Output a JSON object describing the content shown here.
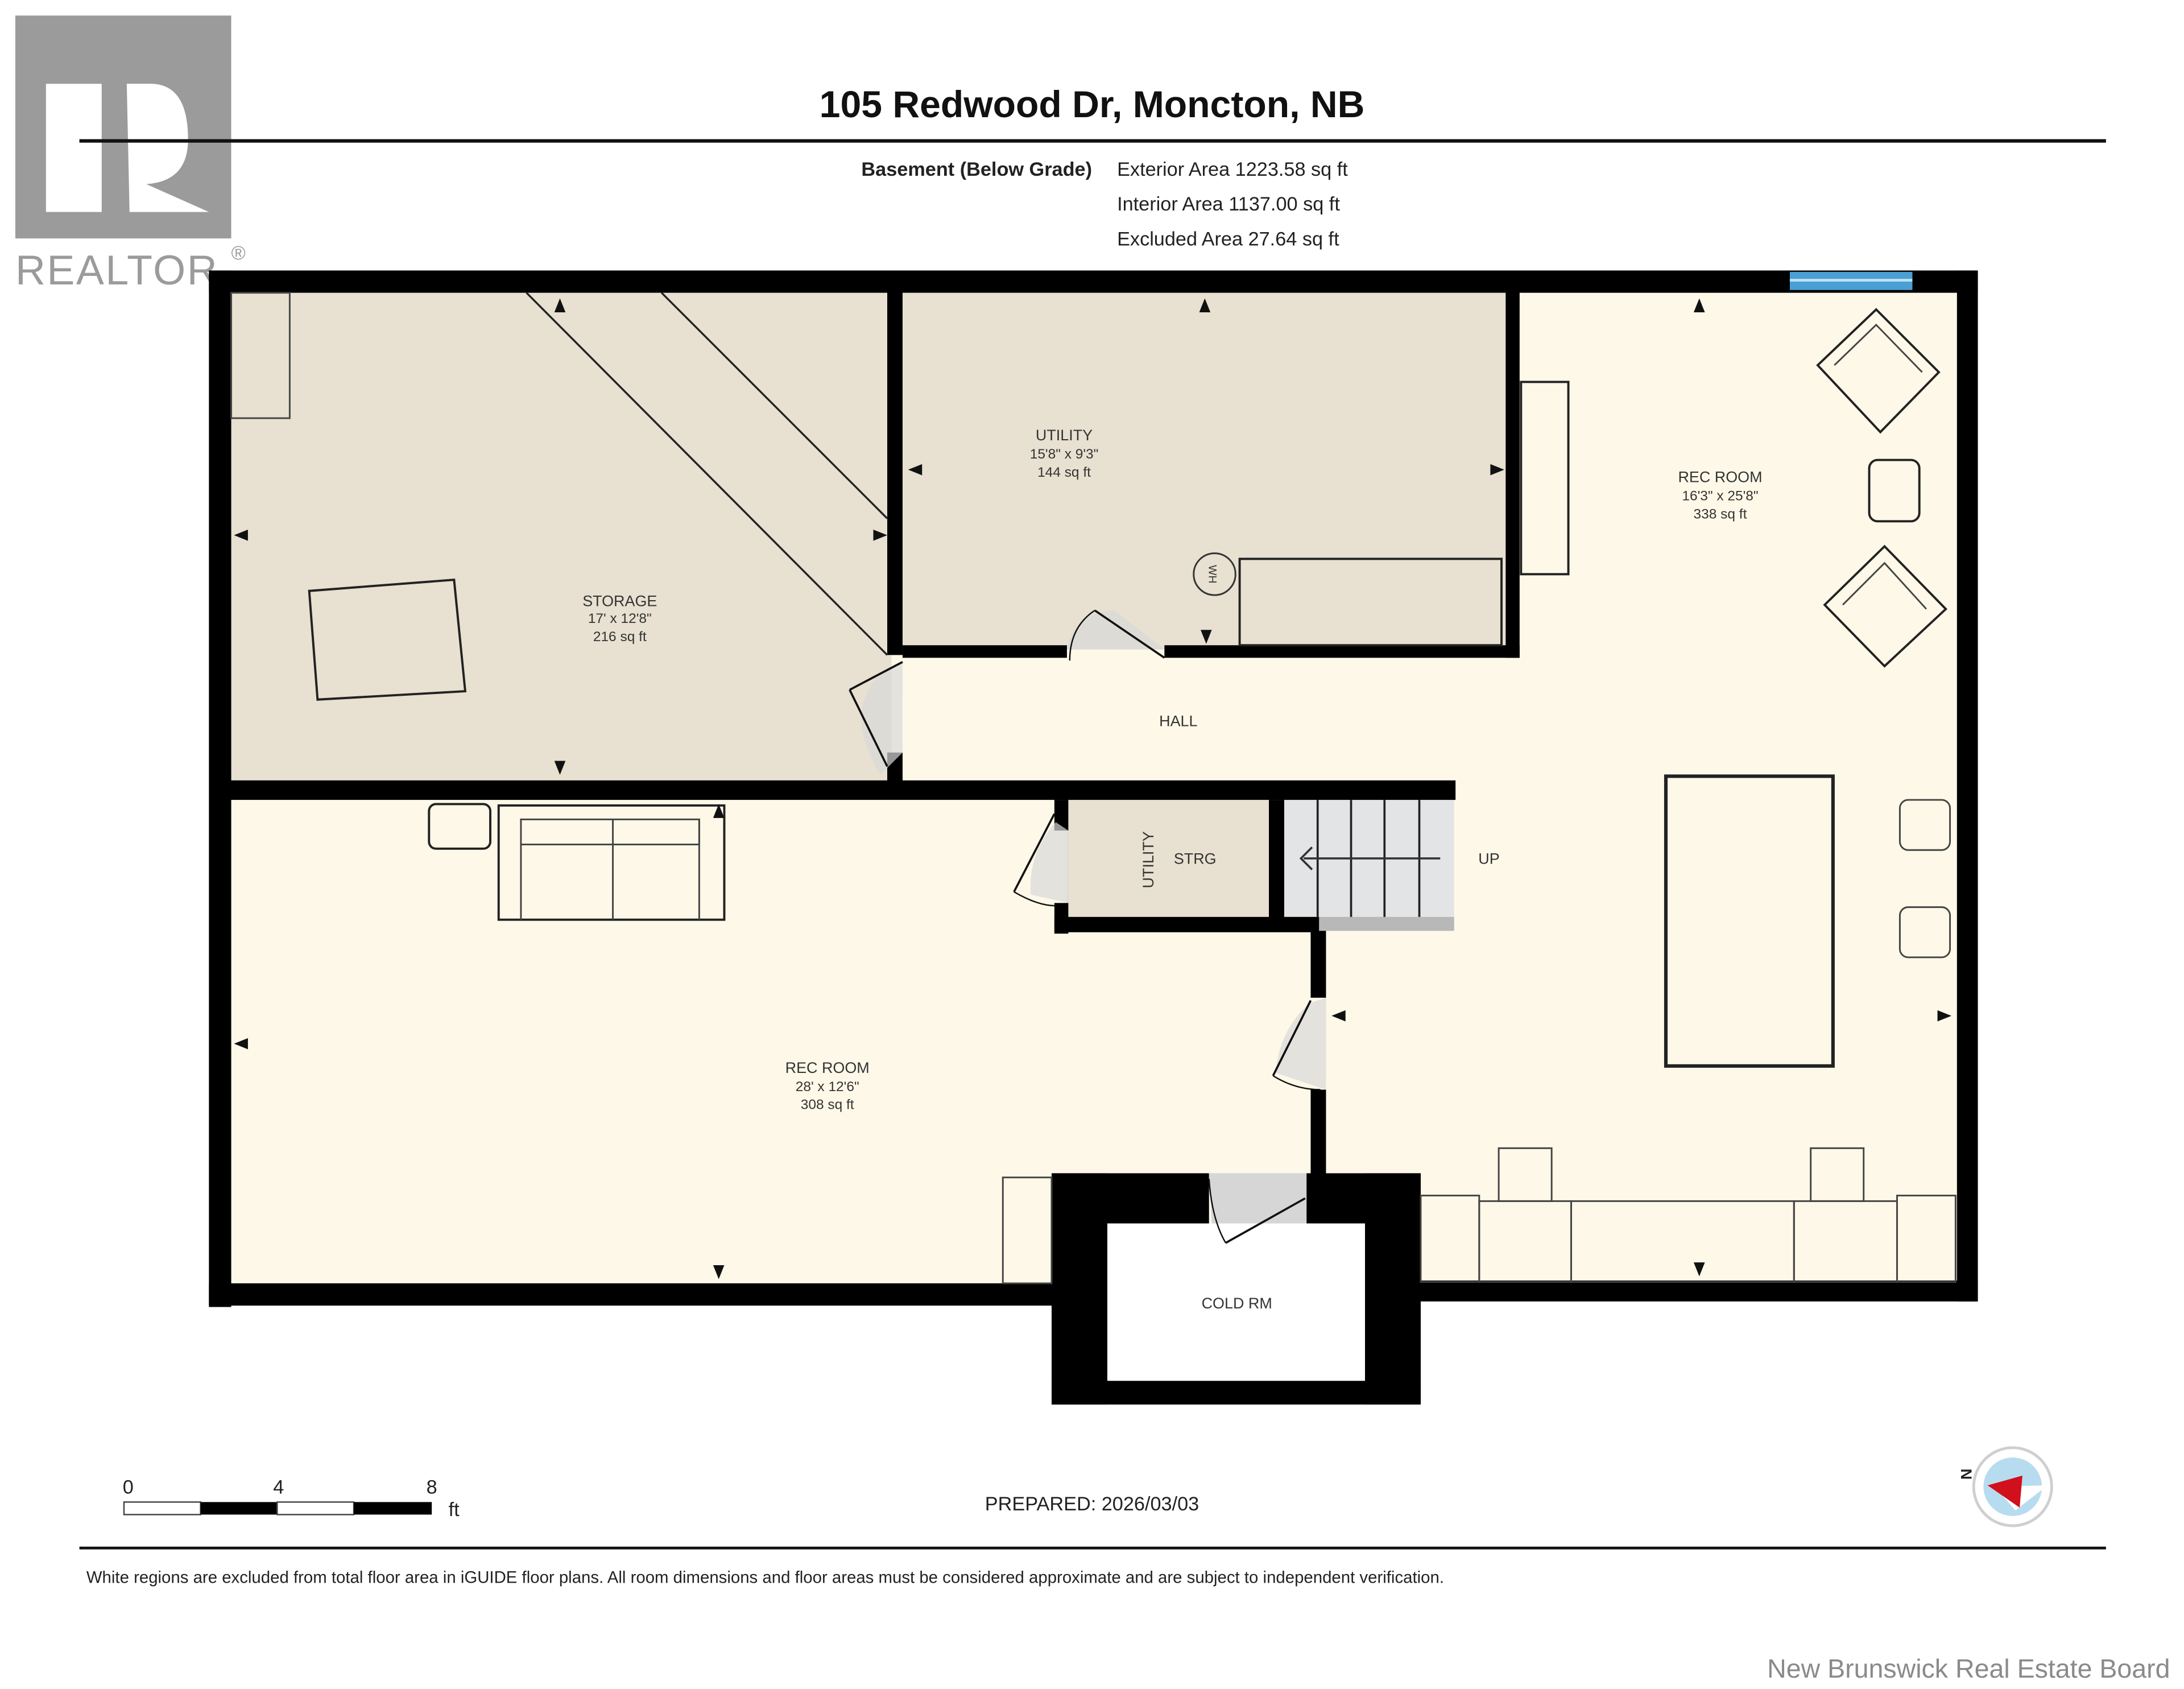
{
  "header": {
    "title": "105 Redwood Dr, Moncton, NB",
    "level": "Basement (Below Grade)",
    "exterior_area": "Exterior Area 1223.58 sq ft",
    "interior_area": "Interior Area 1137.00 sq ft",
    "excluded_area": "Excluded Area 27.64 sq ft"
  },
  "logo": {
    "text": "REALTOR",
    "registered": "®"
  },
  "rooms": {
    "storage": {
      "name": "STORAGE",
      "dims": "17' x 12'8\"",
      "area": "216 sq ft"
    },
    "utility": {
      "name": "UTILITY",
      "dims": "15'8\" x 9'3\"",
      "area": "144 sq ft"
    },
    "rec_room_right": {
      "name": "REC ROOM",
      "dims": "16'3\" x 25'8\"",
      "area": "338 sq ft"
    },
    "hall": {
      "name": "HALL"
    },
    "utility_small": {
      "name": "UTILITY"
    },
    "strg": {
      "name": "STRG"
    },
    "stairs": {
      "label": "UP"
    },
    "rec_room_left": {
      "name": "REC ROOM",
      "dims": "28' x 12'6\"",
      "area": "308 sq ft"
    },
    "cold_room": {
      "name": "COLD RM"
    },
    "water_heater": {
      "label": "WH"
    }
  },
  "scale_bar": {
    "ticks": [
      "0",
      "4",
      "8"
    ],
    "unit": "ft"
  },
  "prepared": "PREPARED: 2026/03/03",
  "compass": {
    "label": "N"
  },
  "disclaimer": "White regions are excluded from total floor area in iGUIDE floor plans. All room dimensions and floor areas must be considered approximate and are subject to independent verification.",
  "watermark": "New Brunswick Real Estate Board",
  "colors": {
    "wall": "#000000",
    "storage_fill": "#e8e0d0",
    "utility_fill": "#e8e0d0",
    "living_fill": "#fdf8e8",
    "window": "#4a9fd4",
    "door_swing": "#d8d8d8",
    "compass_red": "#d0101c",
    "compass_blue": "#b8dcef",
    "logo_gray": "#9b9b9b"
  }
}
